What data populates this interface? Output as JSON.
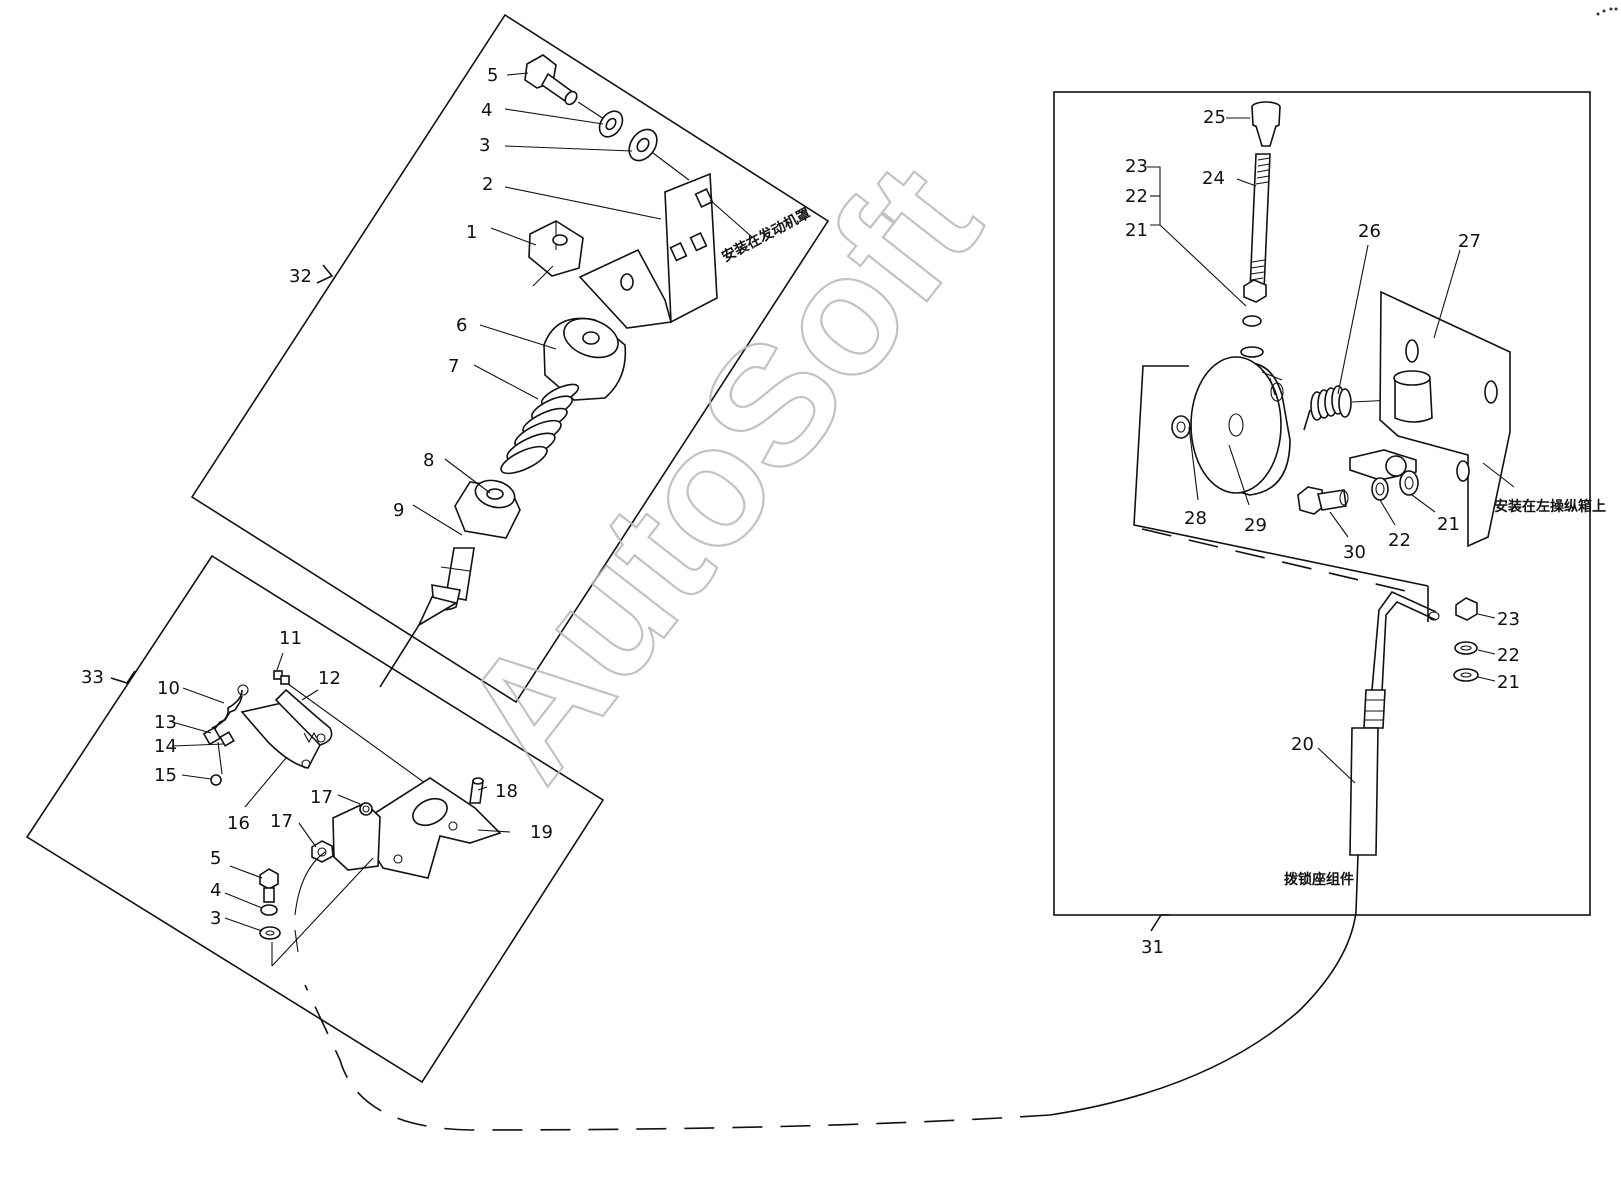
{
  "watermark": "AutoSoft",
  "notes": {
    "engine_hood": "安装在发动机罩",
    "left_control_box": "安装在左操纵箱上",
    "cable_seat_assembly": "拨锁座组件"
  },
  "callouts": {
    "group_32": "32",
    "group_33": "33",
    "group_31": "31",
    "upper": {
      "p1": "1",
      "p2": "2",
      "p3": "3",
      "p4": "4",
      "p5": "5",
      "p6": "6",
      "p7": "7",
      "p8": "8",
      "p9": "9"
    },
    "lower": {
      "p3": "3",
      "p4": "4",
      "p5": "5",
      "p10": "10",
      "p11": "11",
      "p12": "12",
      "p13": "13",
      "p14": "14",
      "p15": "15",
      "p16": "16",
      "p17a": "17",
      "p17b": "17",
      "p18": "18",
      "p19": "19"
    },
    "right": {
      "p20": "20",
      "p21a": "21",
      "p21b": "21",
      "p21c": "21",
      "p22a": "22",
      "p22b": "22",
      "p22c": "22",
      "p23a": "23",
      "p23b": "23",
      "p24": "24",
      "p25": "25",
      "p26": "26",
      "p27": "27",
      "p28": "28",
      "p29": "29",
      "p30": "30"
    }
  }
}
